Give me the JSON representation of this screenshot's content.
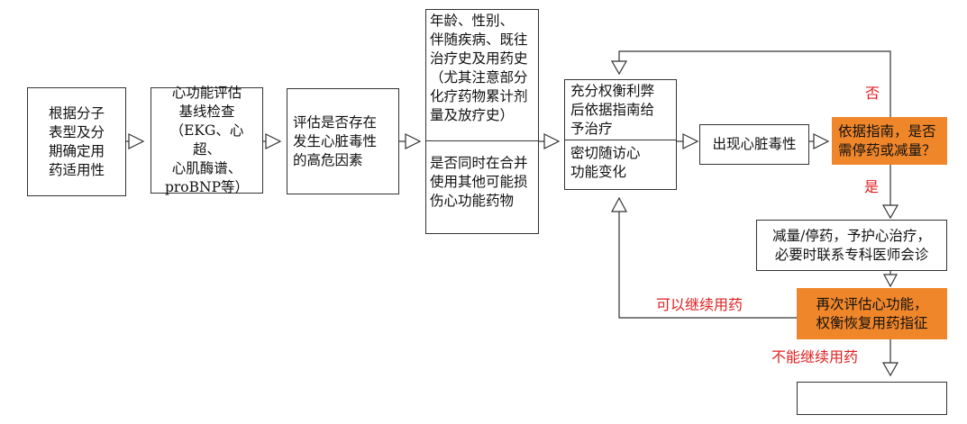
{
  "nodes": {
    "molecular": "根据分子\n表型及分\n期确定用\n药适用性",
    "baseline": "心功能评估\n基线检查\n（EKG、心超、\n心肌酶谱、\nproBNP等）",
    "risk": "评估是否存在\n发生心脏毒性\n的高危因素",
    "factors_top": "年龄、性别、\n伴随疾病、既往\n治疗史及用药史\n（尤其注意部分\n化疗药物累计剂\n量及放疗史）",
    "factors_bottom": "是否同时在合并\n使用其他可能损\n伤心功能药物",
    "treat_top": "充分权衡利弊\n后依据指南给\n予治疗",
    "treat_bottom": "密切随访心\n功能变化",
    "toxicity": "出现心脏毒性",
    "guideline": "依据指南，是否\n需停药或减量？",
    "reduce": "减量/停药，予护心治疗，\n必要时联系专科医师会诊",
    "reassess": "再次评估心功能，\n权衡恢复用药指征",
    "final": ""
  },
  "labels": {
    "no": "否",
    "yes": "是",
    "continue": "可以继续用药",
    "cannot_continue": "不能继续用药"
  },
  "colors": {
    "highlight": "#f0862a",
    "label_red": "#e02020",
    "line": "#333333"
  }
}
